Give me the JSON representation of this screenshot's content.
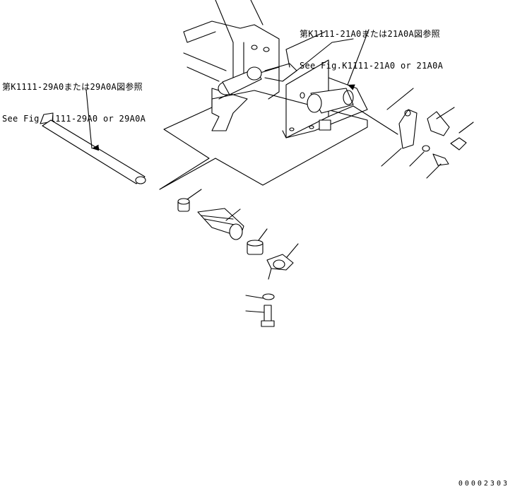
{
  "callouts": {
    "left_ref_jp": "第K1111-29A0または29A0A図参照",
    "left_ref_en": "See Fig.K1111-29A0 or 29A0A",
    "right_ref_jp": "第K1111-21A0または21A0A図参照",
    "right_ref_en": "See Fig.K1111-21A0 or 21A0A"
  },
  "document_number": "00002303"
}
